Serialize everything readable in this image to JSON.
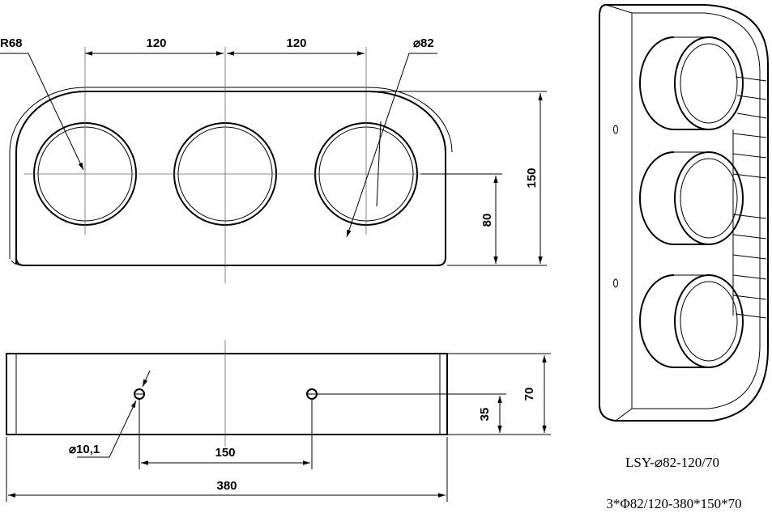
{
  "front_view": {
    "radius_label": "R68",
    "spacing_label_left": "120",
    "spacing_label_right": "120",
    "hole_diameter_label": "⌀82",
    "height_label": "150",
    "center_height_label": "80"
  },
  "bottom_view": {
    "mount_hole_label": "⌀10,1",
    "mount_spacing_label": "150",
    "overall_length_label": "380",
    "hole_height_label": "35",
    "depth_label": "70"
  },
  "captions": {
    "model": "LSY-⌀82-120/70",
    "spec": "3*Φ82/120-380*150*70"
  }
}
